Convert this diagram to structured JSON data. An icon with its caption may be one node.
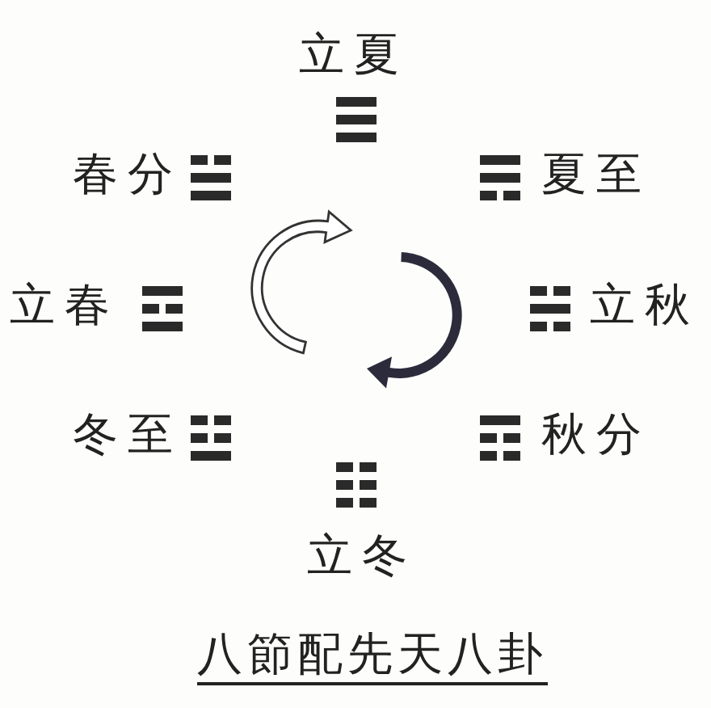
{
  "diagram": {
    "caption": "八節配先天八卦",
    "labels": [
      "立夏",
      "春分",
      "夏至",
      "立春",
      "立秋",
      "冬至",
      "秋分",
      "立冬"
    ]
  }
}
